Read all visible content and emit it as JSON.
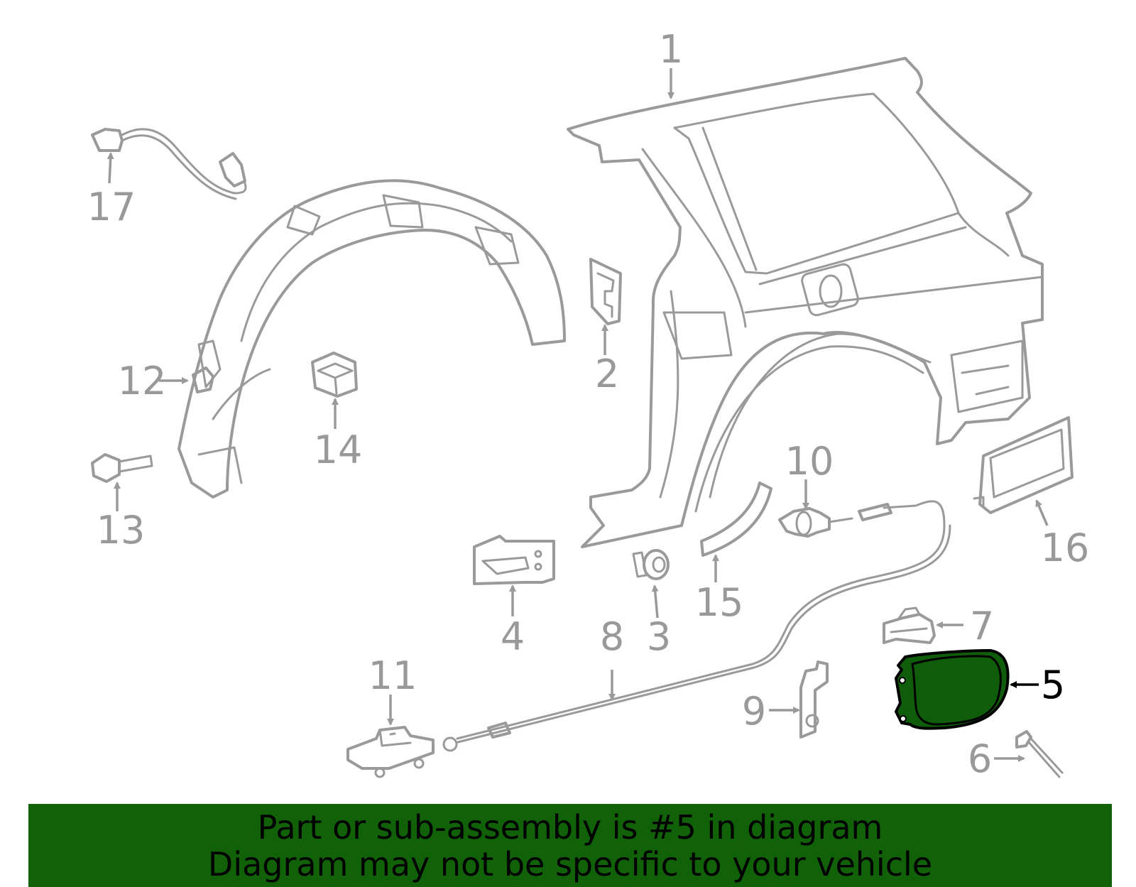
{
  "callouts": {
    "c1": "1",
    "c2": "2",
    "c3": "3",
    "c4": "4",
    "c5": "5",
    "c6": "6",
    "c7": "7",
    "c8": "8",
    "c9": "9",
    "c10": "10",
    "c11": "11",
    "c12": "12",
    "c13": "13",
    "c14": "14",
    "c15": "15",
    "c16": "16",
    "c17": "17"
  },
  "highlighted_part": "5",
  "banner": {
    "line1": "Part or sub-assembly is #5 in diagram",
    "line2": "Diagram may not be specific to your vehicle"
  },
  "colors": {
    "part_outline": "#9a9a9a",
    "highlight_fill": "#0f5c0a",
    "banner_background": "#106108",
    "banner_text": "#000000"
  }
}
